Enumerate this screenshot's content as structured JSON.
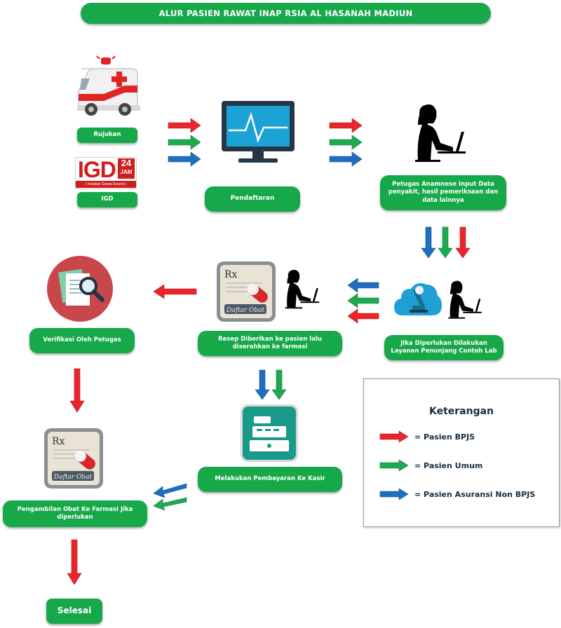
{
  "title": "ALUR PASIEN RAWAT INAP RSIA AL HASANAH MADIUN",
  "nodes": {
    "rujukan": "Rujukan",
    "igd": "IGD",
    "pendaftaran": "Pendaftaran",
    "anamnese": "Petugas Anamnese Input Data penyakit, hasil pemeriksaan dan data lainnya",
    "lab": "Jika Diperlukan Dilakukan Layanan Penunjang Contoh Lab",
    "resep": "Resep Diberikan ke pasien lalu diserahkan ke farmasi",
    "verifikasi": "Verifikasi Oleh Petugas",
    "kasir": "Melakukan Pembayaran Ke Kasir",
    "pengambilan": "Pengambilan Obat Ke Farmasi Jika diperlukan",
    "selesai": "Selesai"
  },
  "igd_logo": {
    "text": "IGD",
    "hours": "24",
    "jam": "JAM",
    "sub": "( Instalasi Gawat Darurat )"
  },
  "rx_icon": {
    "rx": "Rx",
    "label": "Daftar Obat"
  },
  "legend": {
    "title": "Keterangan",
    "items": [
      {
        "label": "= Pasien BPJS",
        "color": "#e8262c"
      },
      {
        "label": "= Pasien Umum",
        "color": "#1eaa50"
      },
      {
        "label": "= Pasien Asuransi Non BPJS",
        "color": "#1f6fc0"
      }
    ]
  },
  "colors": {
    "green": "#17a84a",
    "red": "#e8262c",
    "blue": "#1f6fc0",
    "arrow_green": "#1eaa50"
  }
}
